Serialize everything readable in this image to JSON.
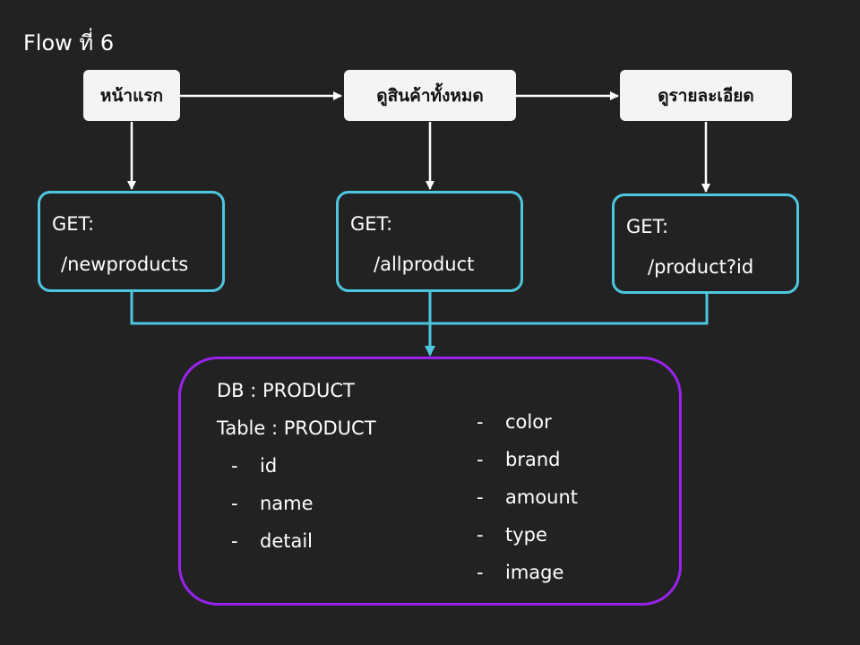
{
  "title": "Flow ที่ 6",
  "pages": [
    {
      "label": "หน้าแรก"
    },
    {
      "label": "ดูสินค้าทั้งหมด"
    },
    {
      "label": "ดูรายละเอียด"
    }
  ],
  "apis": [
    {
      "method": "GET:",
      "path": "/newproducts"
    },
    {
      "method": "GET:",
      "path": "/allproduct"
    },
    {
      "method": "GET:",
      "path": "/product?id"
    }
  ],
  "database": {
    "db_label": "DB : PRODUCT",
    "table_label": "Table : PRODUCT",
    "dash": "-",
    "fields_left": [
      "id",
      "name",
      "detail"
    ],
    "fields_right": [
      "color",
      "brand",
      "amount",
      "type",
      "image"
    ]
  },
  "colors": {
    "background": "#222222",
    "page_box": "#f4f4f4",
    "api_border": "#4dc7e0",
    "db_border": "#9a22ee",
    "arrow_white": "#ffffff"
  }
}
